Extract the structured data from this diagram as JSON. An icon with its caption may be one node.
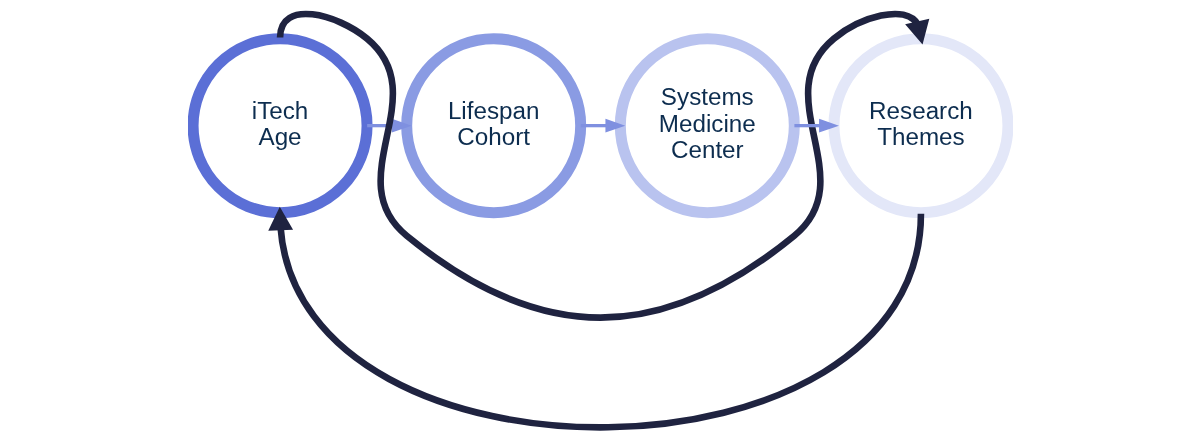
{
  "diagram": {
    "nodes": [
      {
        "text": [
          "iTech Age"
        ]
      },
      {
        "text": [
          "Lifespan Cohort"
        ]
      },
      {
        "text": [
          "Systems Medicine Center"
        ]
      },
      {
        "text": [
          "Research Themes"
        ]
      }
    ],
    "edges": [
      {
        "from": 0,
        "to": 1,
        "arrow": "to"
      },
      {
        "from": 1,
        "to": 2,
        "arrow": "to"
      },
      {
        "from": 2,
        "to": 3,
        "arrow": "to"
      },
      {
        "from": 0,
        "to": 3,
        "arrow": "to",
        "style": "thick",
        "color": "#1f2340"
      },
      {
        "from": 3,
        "to": 0,
        "arrow": "to",
        "style": "thick",
        "color": "#1f2340"
      }
    ]
  }
}
